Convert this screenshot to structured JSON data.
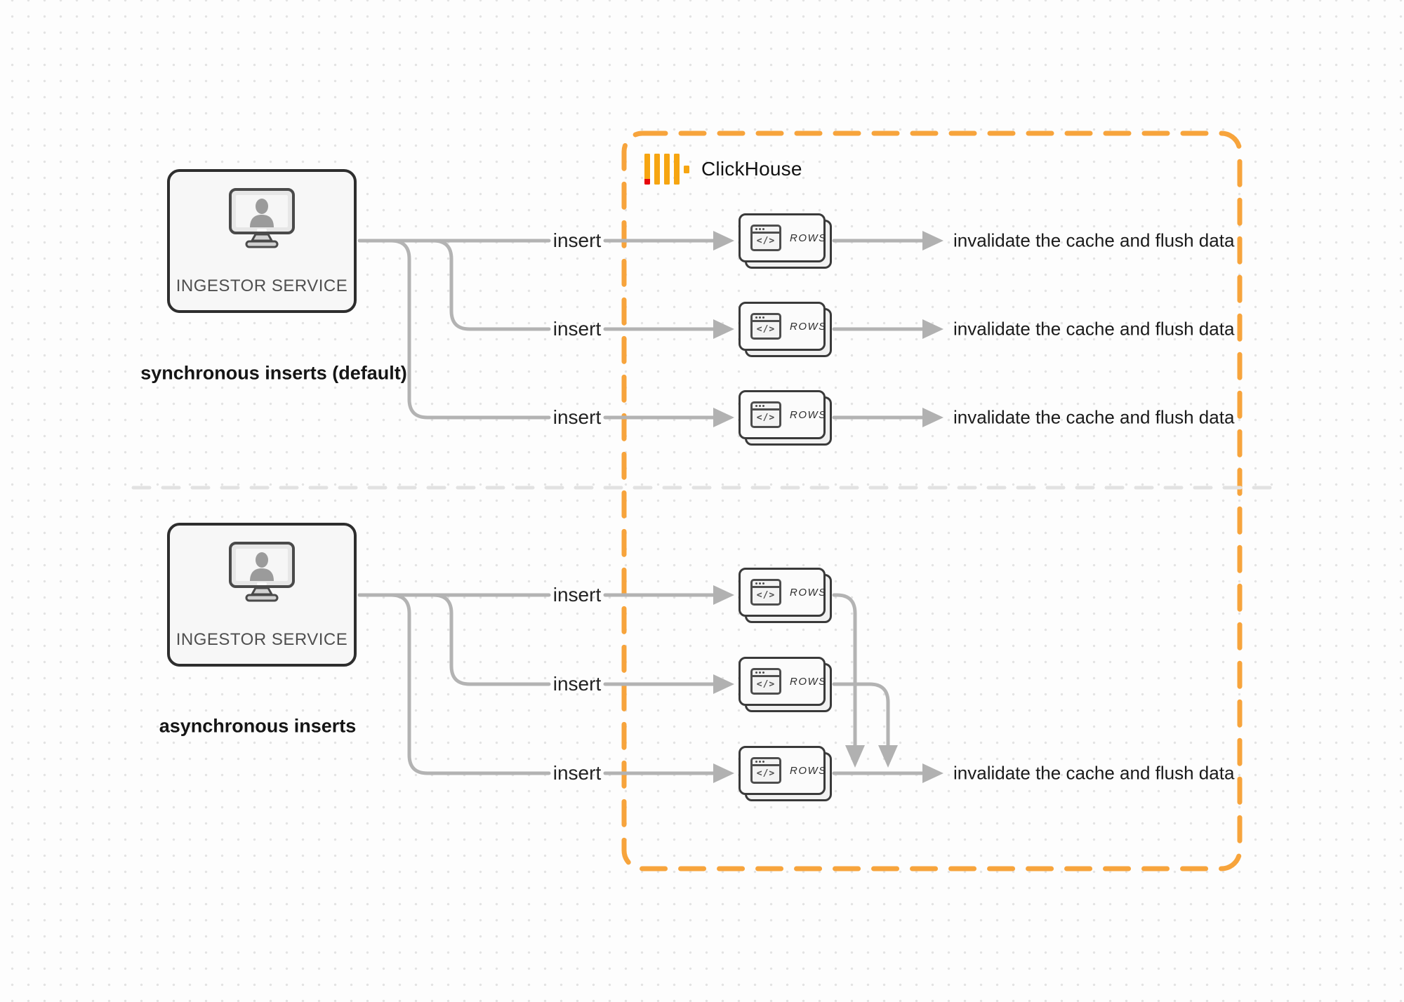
{
  "diagram": {
    "brand": {
      "name": "ClickHouse"
    },
    "colors": {
      "accent_orange": "#F7A43C",
      "logo_red": "#E8050C",
      "connector_gray": "#B3B3B3",
      "divider_gray": "#E5E5E5"
    },
    "node_icon": {
      "glyph": "</>"
    },
    "sections": [
      {
        "caption": "synchronous inserts (default)",
        "source_label": "INGESTOR SERVICE",
        "rows": [
          {
            "insert": "insert",
            "node": "ROWS",
            "result": "invalidate the cache and flush data"
          },
          {
            "insert": "insert",
            "node": "ROWS",
            "result": "invalidate the cache and flush data"
          },
          {
            "insert": "insert",
            "node": "ROWS",
            "result": "invalidate the cache and flush data"
          }
        ]
      },
      {
        "caption": "asynchronous inserts",
        "source_label": "INGESTOR SERVICE",
        "rows": [
          {
            "insert": "insert",
            "node": "ROWS"
          },
          {
            "insert": "insert",
            "node": "ROWS"
          },
          {
            "insert": "insert",
            "node": "ROWS",
            "result": "invalidate the cache and flush data"
          }
        ]
      }
    ]
  }
}
